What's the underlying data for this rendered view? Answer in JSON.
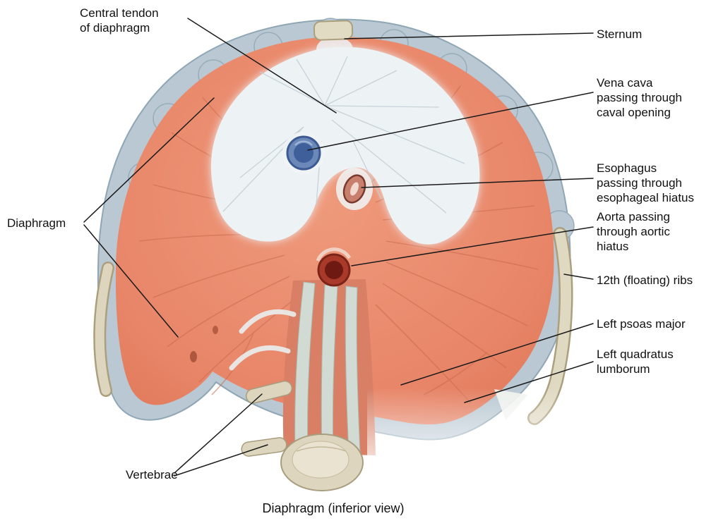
{
  "figure": {
    "caption": "Diaphragm (inferior view)"
  },
  "labels": {
    "central_tendon": "Central tendon\nof diaphragm",
    "sternum": "Sternum",
    "vena_cava": "Vena cava\npassing through\ncaval opening",
    "esophagus": "Esophagus\npassing through\nesophageal hiatus",
    "aorta": "Aorta passing\nthrough aortic\nhiatus",
    "ribs": "12th (floating) ribs",
    "psoas": "Left psoas major",
    "quadratus": "Left quadratus\nlumborum",
    "diaphragm": "Diaphragm",
    "vertebrae": "Vertebrae"
  },
  "colors": {
    "muscle": "#e88568",
    "muscle_striation": "#c96b4e",
    "central_tendon_white": "#edf2f5",
    "cartilage_rim": "#b9c8d2",
    "bone": "#ddd5bd",
    "vena_cava_blue": "#3f5f9b",
    "aorta_red": "#8f2a1c",
    "esophagus_pink": "#c97f6e",
    "label_text": "#111111",
    "background": "#ffffff"
  }
}
